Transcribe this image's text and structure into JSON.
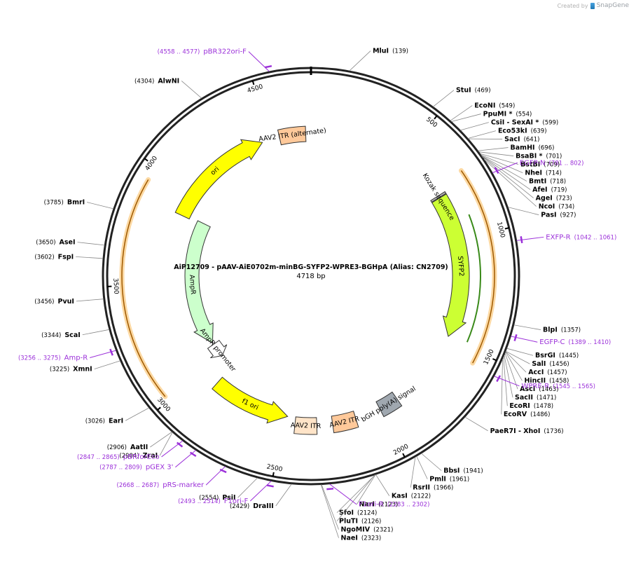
{
  "credit": {
    "created_by": "Created by",
    "brand": "SnapGene"
  },
  "plasmid": {
    "name": "AiP12709 - pAAV-AiE0702m-minBG-SYFP2-WPRE3-BGHpA (Alias: CN2709)",
    "length_text": "4718 bp",
    "length": 4718
  },
  "ticks": [
    {
      "pos": 500,
      "label": "500"
    },
    {
      "pos": 1000,
      "label": "1000"
    },
    {
      "pos": 1500,
      "label": "1500"
    },
    {
      "pos": 2000,
      "label": "2000"
    },
    {
      "pos": 2500,
      "label": "2500"
    },
    {
      "pos": 3000,
      "label": "3000"
    },
    {
      "pos": 3500,
      "label": "3500"
    },
    {
      "pos": 4000,
      "label": "4000"
    },
    {
      "pos": 4500,
      "label": "4500"
    }
  ],
  "features": [
    {
      "name": "ori",
      "start": 3868,
      "end": 4456,
      "dir": 1,
      "ring": "inner2",
      "color": "#ffff00"
    },
    {
      "name": "AAV2 ITR (alternate)",
      "start": 4550,
      "end": 4690,
      "dir": 0,
      "ring": "inner2",
      "color": "#ffc99a"
    },
    {
      "name": "SYFP2",
      "start": 770,
      "end": 1490,
      "dir": 1,
      "ring": "inner1",
      "color": "#ccff33"
    },
    {
      "name": "Kozak sequence",
      "start": 757,
      "end": 767,
      "dir": 0,
      "ring": "inner1",
      "color": "#b0b0b0"
    },
    {
      "name": "bGH poly(A) signal",
      "start": 1900,
      "end": 2000,
      "dir": 0,
      "ring": "inner1",
      "color": "#a0a8b0"
    },
    {
      "name": "AAV2 ITR",
      "start": 2130,
      "end": 2250,
      "dir": 0,
      "ring": "inner1",
      "color": "#ffc99a"
    },
    {
      "name": "AAV2 ITR",
      "start": 2330,
      "end": 2440,
      "dir": 0,
      "ring": "inner1",
      "color": "#ffe4c8"
    },
    {
      "name": "f1 ori",
      "start": 2483,
      "end": 2900,
      "dir": -1,
      "ring": "inner2",
      "color": "#ffff00"
    },
    {
      "name": "AmpR",
      "start": 3090,
      "end": 3880,
      "dir": -1,
      "ring": "inner3",
      "color": "#ccffcc"
    },
    {
      "name": "AmpR promoter",
      "start": 2990,
      "end": 3080,
      "dir": -1,
      "ring": "inner3",
      "color": "#ffffff"
    }
  ],
  "primers_inner": [
    {
      "start": 720,
      "end": 1550,
      "dir": 1
    },
    {
      "start": 3020,
      "end": 3940,
      "dir": 1
    }
  ],
  "sites": [
    {
      "name": "MluI",
      "pos": 139,
      "pos_text": "(139)"
    },
    {
      "name": "StuI",
      "pos": 469,
      "pos_text": "(469)"
    },
    {
      "name": "EcoNI",
      "pos": 549,
      "pos_text": "(549)"
    },
    {
      "name": "PpuMI *",
      "pos": 554,
      "pos_text": "(554)"
    },
    {
      "name": "CsiI  - SexAI *",
      "pos": 599,
      "pos_text": "(599)"
    },
    {
      "name": "Eco53kI",
      "pos": 639,
      "pos_text": "(639)"
    },
    {
      "name": "SacI",
      "pos": 641,
      "pos_text": "(641)"
    },
    {
      "name": "BamHI",
      "pos": 696,
      "pos_text": "(696)"
    },
    {
      "name": "BsaBI *",
      "pos": 701,
      "pos_text": "(701)"
    },
    {
      "name": "BstBI",
      "pos": 709,
      "pos_text": "(709)"
    },
    {
      "name": "NheI",
      "pos": 714,
      "pos_text": "(714)"
    },
    {
      "name": "BmtI",
      "pos": 718,
      "pos_text": "(718)"
    },
    {
      "name": "AfeI",
      "pos": 719,
      "pos_text": "(719)"
    },
    {
      "name": "AgeI",
      "pos": 723,
      "pos_text": "(723)"
    },
    {
      "name": "NcoI",
      "pos": 734,
      "pos_text": "(734)"
    },
    {
      "name": "PasI",
      "pos": 927,
      "pos_text": "(927)"
    },
    {
      "name": "BlpI",
      "pos": 1357,
      "pos_text": "(1357)"
    },
    {
      "name": "BsrGI",
      "pos": 1445,
      "pos_text": "(1445)"
    },
    {
      "name": "SalI",
      "pos": 1456,
      "pos_text": "(1456)"
    },
    {
      "name": "AccI",
      "pos": 1457,
      "pos_text": "(1457)"
    },
    {
      "name": "HincII",
      "pos": 1458,
      "pos_text": "(1458)"
    },
    {
      "name": "AscI",
      "pos": 1463,
      "pos_text": "(1463)"
    },
    {
      "name": "SacII",
      "pos": 1471,
      "pos_text": "(1471)"
    },
    {
      "name": "EcoRI",
      "pos": 1478,
      "pos_text": "(1478)"
    },
    {
      "name": "EcoRV",
      "pos": 1486,
      "pos_text": "(1486)"
    },
    {
      "name": "PaeR7I  - XhoI",
      "pos": 1736,
      "pos_text": "(1736)"
    },
    {
      "name": "BbsI",
      "pos": 1941,
      "pos_text": "(1941)"
    },
    {
      "name": "PmlI",
      "pos": 1961,
      "pos_text": "(1961)"
    },
    {
      "name": "RsrII",
      "pos": 1966,
      "pos_text": "(1966)"
    },
    {
      "name": "KasI",
      "pos": 2122,
      "pos_text": "(2122)"
    },
    {
      "name": "NarI",
      "pos": 2123,
      "pos_text": "(2123)"
    },
    {
      "name": "SfoI",
      "pos": 2124,
      "pos_text": "(2124)"
    },
    {
      "name": "PluTI",
      "pos": 2126,
      "pos_text": "(2126)"
    },
    {
      "name": "NgoMIV",
      "pos": 2321,
      "pos_text": "(2321)"
    },
    {
      "name": "NaeI",
      "pos": 2323,
      "pos_text": "(2323)"
    },
    {
      "name": "DraIII",
      "pos": 2429,
      "pos_text": "(2429)"
    },
    {
      "name": "PsiI",
      "pos": 2554,
      "pos_text": "(2554)"
    },
    {
      "name": "ZraI",
      "pos": 2904,
      "pos_text": "(2904)"
    },
    {
      "name": "AatII",
      "pos": 2906,
      "pos_text": "(2906)"
    },
    {
      "name": "EarI",
      "pos": 3026,
      "pos_text": "(3026)"
    },
    {
      "name": "XmnI",
      "pos": 3225,
      "pos_text": "(3225)"
    },
    {
      "name": "ScaI",
      "pos": 3344,
      "pos_text": "(3344)"
    },
    {
      "name": "PvuI",
      "pos": 3456,
      "pos_text": "(3456)"
    },
    {
      "name": "FspI",
      "pos": 3602,
      "pos_text": "(3602)"
    },
    {
      "name": "AseI",
      "pos": 3650,
      "pos_text": "(3650)"
    },
    {
      "name": "BmrI",
      "pos": 3785,
      "pos_text": "(3785)"
    },
    {
      "name": "AlwNI",
      "pos": 4304,
      "pos_text": "(4304)"
    }
  ],
  "primers": [
    {
      "name": "pBR322ori-F",
      "range_text": "(4558 .. 4577)",
      "pos": 4567
    },
    {
      "name": "EGFP-N",
      "range_text": "(781 .. 802)",
      "pos": 791
    },
    {
      "name": "EXFP-R",
      "range_text": "(1042 .. 1061)",
      "pos": 1051
    },
    {
      "name": "EGFP-C",
      "range_text": "(1389 .. 1410)",
      "pos": 1399
    },
    {
      "name": "WPRE-R",
      "range_text": "(1545 .. 1565)",
      "pos": 1555
    },
    {
      "name": "F1ori-R",
      "range_text": "(2283 .. 2302)",
      "pos": 2292
    },
    {
      "name": "F1ori-F",
      "range_text": "(2493 .. 2514)",
      "pos": 2503
    },
    {
      "name": "pRS-marker",
      "range_text": "(2668 .. 2687)",
      "pos": 2677
    },
    {
      "name": "pGEX 3'",
      "range_text": "(2787 .. 2809)",
      "pos": 2798
    },
    {
      "name": "pBRforEco",
      "range_text": "(2847 .. 2865)",
      "pos": 2856
    },
    {
      "name": "Amp-R",
      "range_text": "(3256 .. 3275)",
      "pos": 3265
    }
  ],
  "colors": {
    "primer": "#9b30d9",
    "primer_inner": "#f0a030",
    "backbone": "#222222"
  }
}
